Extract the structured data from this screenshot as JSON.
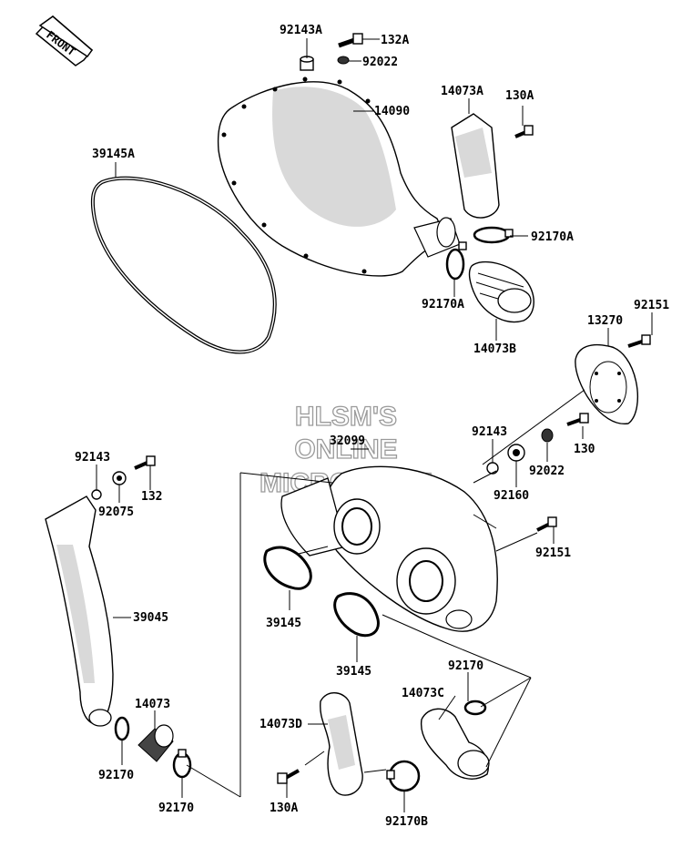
{
  "front_arrow": {
    "text": "FRONT"
  },
  "watermark": {
    "line1": "HLSM'S",
    "line2": "ONLINE",
    "line3": "MICROFICHE"
  },
  "labels": {
    "l_92143A": "92143A",
    "l_132A": "132A",
    "l_92022_top": "92022",
    "l_14090": "14090",
    "l_14073A": "14073A",
    "l_130A_top": "130A",
    "l_39145A": "39145A",
    "l_92170A_right": "92170A",
    "l_92170A_left": "92170A",
    "l_14073B": "14073B",
    "l_13270": "13270",
    "l_92151_top": "92151",
    "l_32099": "32099",
    "l_92143_mid": "92143",
    "l_92022_mid": "92022",
    "l_130": "130",
    "l_92160": "92160",
    "l_92143_left": "92143",
    "l_132": "132",
    "l_92075": "92075",
    "l_92151_mid": "92151",
    "l_39045": "39045",
    "l_39145_a": "39145",
    "l_39145_b": "39145",
    "l_92170_right": "92170",
    "l_14073C": "14073C",
    "l_14073": "14073",
    "l_14073D": "14073D",
    "l_92170_l1": "92170",
    "l_92170_l2": "92170",
    "l_130A_bottom": "130A",
    "l_92170B": "92170B"
  }
}
